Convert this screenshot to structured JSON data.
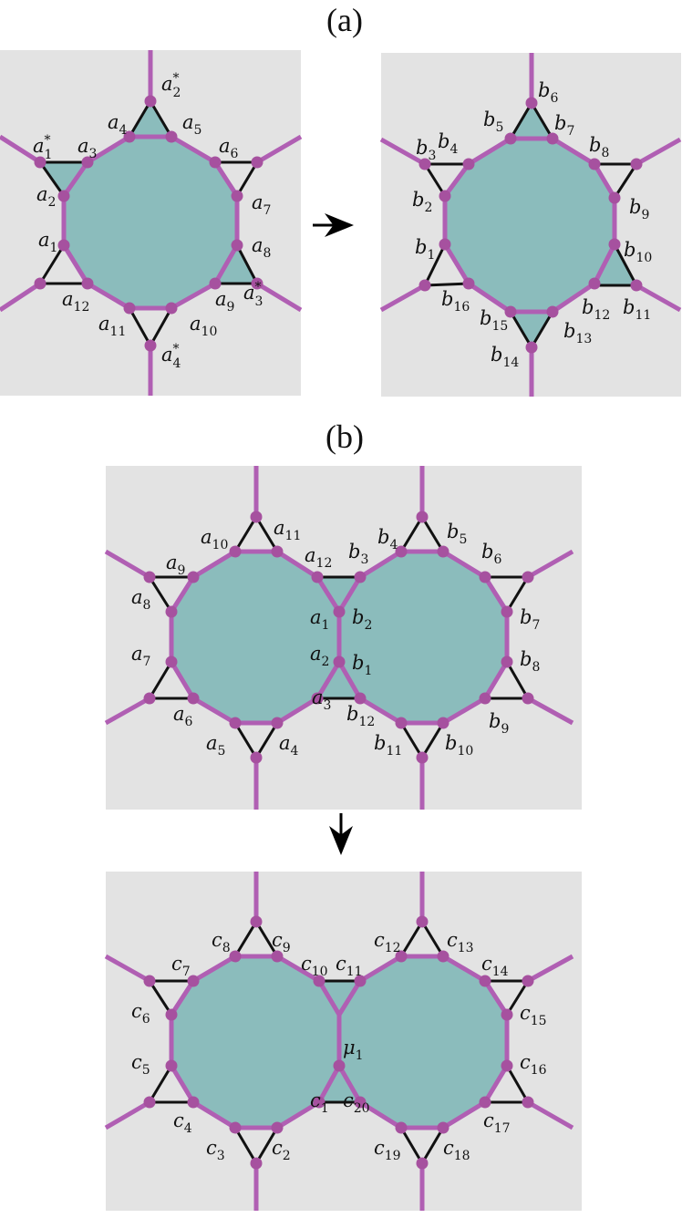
{
  "titles": {
    "a": "(a)",
    "b": "(b)"
  },
  "colors": {
    "panel_bg": "#e3e3e3",
    "face_fill": "#8bbcbc",
    "leg_color": "#b05fb3",
    "node_color": "#a6519f",
    "edge_black": "#111111"
  },
  "labels": {
    "p1": [
      "a1",
      "a2",
      "a3",
      "a4",
      "a5",
      "a6",
      "a7",
      "a8",
      "a9",
      "a10",
      "a11",
      "a12",
      "a1*",
      "a2*",
      "a3*",
      "a4*"
    ],
    "p2": [
      "b1",
      "b2",
      "b3",
      "b4",
      "b5",
      "b6",
      "b7",
      "b8",
      "b9",
      "b10",
      "b11",
      "b12",
      "b13",
      "b14",
      "b15",
      "b16"
    ],
    "p3": [
      "a1",
      "a2",
      "a3",
      "a4",
      "a5",
      "a6",
      "a7",
      "a8",
      "a9",
      "a10",
      "a11",
      "a12",
      "b1",
      "b2",
      "b3",
      "b4",
      "b5",
      "b6",
      "b7",
      "b8",
      "b9",
      "b10",
      "b11",
      "b12"
    ],
    "p4": [
      "c1",
      "c2",
      "c3",
      "c4",
      "c5",
      "c6",
      "c7",
      "c8",
      "c9",
      "c10",
      "c11",
      "c12",
      "c13",
      "c14",
      "c15",
      "c16",
      "c17",
      "c18",
      "c19",
      "c20",
      "μ1"
    ]
  }
}
